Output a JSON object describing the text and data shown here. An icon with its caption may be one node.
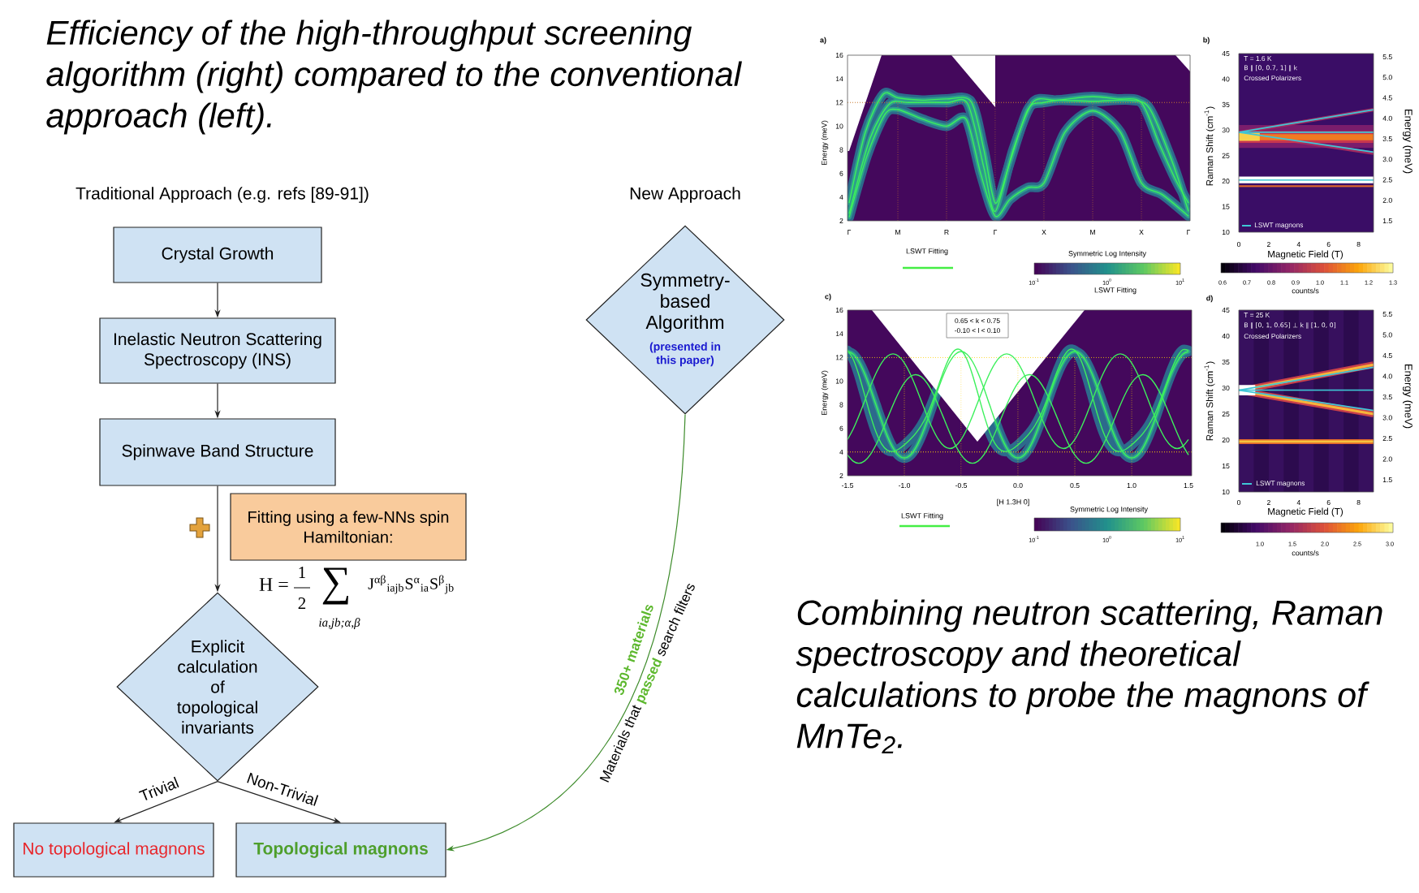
{
  "diagram": {
    "title": "Efficiency of the high-throughput screening algorithm (right) compared to the conventional approach (left).",
    "caption": "Combining neutron scattering, Raman spectroscopy and theoretical calculations to probe the magnons of MnTe$_{2}$.",
    "nodes": [
      {
        "text": [
          "Crystal Growth"
        ]
      },
      {
        "text": [
          "Inelastic Neutron Scattering Spectroscopy (INS)"
        ]
      },
      {
        "text": [
          "Spinwave Band Structure"
        ]
      },
      {
        "text": [
          "Fitting using a few-NNs spin Hamiltonian:"
        ]
      },
      {
        "text": [
          "Explicit calculation of topological invariants"
        ]
      },
      {
        "text": [
          "No topological magnons"
        ]
      },
      {
        "text": [
          "Topological magnons"
        ]
      },
      {
        "text": [
          "Symmetry-based Algorithm",
          "(presented in this paper)"
        ]
      }
    ],
    "edges": [
      {
        "from": 0,
        "to": 1,
        "arrow": "to"
      },
      {
        "from": 1,
        "to": 2,
        "arrow": "to"
      },
      {
        "from": 2,
        "to": 4,
        "arrow": "to"
      },
      {
        "from": 4,
        "to": 5,
        "arrow": "to",
        "label": "Trivial"
      },
      {
        "from": 4,
        "to": 6,
        "arrow": "to",
        "label": "Non-Trivial"
      },
      {
        "from": 7,
        "to": 6,
        "arrow": "to",
        "label": "Materials that **passed** search filters",
        "color": "#3d8b2a"
      }
    ],
    "labels": [
      "Traditional Approach (e.g. refs [89-91])",
      "New Approach",
      "H =",
      "1",
      "2",
      "∑",
      "ia,jb;α,β",
      "J$^{αβ}$$_{iajb}$S$^{α}$$_{ia}$S$^{β}$$_{jb}$",
      "a)",
      "16",
      "14",
      "12",
      "10",
      "8",
      "6",
      "4",
      "2",
      "Energy (meV)",
      "Γ",
      "M",
      "R",
      "Γ",
      "X",
      "M",
      "X",
      "Γ",
      "LSWT Fitting",
      "Symmetric Log Intensity",
      "10$^{-1}$",
      "10$^{0}$",
      "10$^{1}$",
      "LSWT Fitting",
      "b)",
      "T = 1.6 K",
      "B ∥ [0, 0.7, 1] ∥ k",
      "Crossed Polarizers",
      "45",
      "40",
      "35",
      "30",
      "25",
      "20",
      "15",
      "10",
      "Raman Shift (cm$^{-1}$)",
      "5.5",
      "5.0",
      "4.5",
      "4.0",
      "3.5",
      "3.0",
      "2.5",
      "2.0",
      "1.5",
      "Energy (meV)",
      "LSWT magnons",
      "0",
      "2",
      "4",
      "6",
      "8",
      "Magnetic Field (T)",
      "0.6",
      "0.7",
      "0.8",
      "0.9",
      "1.0",
      "1.1",
      "1.2",
      "1.3",
      "counts/s",
      "c)",
      "0.65 < k < 0.75",
      "-0.10 < l < 0.10",
      "16",
      "14",
      "12",
      "10",
      "8",
      "6",
      "4",
      "2",
      "Energy (meV)",
      "-1.5",
      "-1.0",
      "-0.5",
      "0.0",
      "0.5",
      "1.0",
      "1.5",
      "[H 1.3H 0]",
      "LSWT Fitting",
      "Symmetric Log Intensity",
      "10$^{-1}$",
      "10$^{0}$",
      "10$^{1}$",
      "d)",
      "T = 25 K",
      "B ∥ [0, 1, 0.65] ⊥ k ∥ [1, 0, 0]",
      "Crossed Polarizers",
      "45",
      "40",
      "35",
      "30",
      "25",
      "20",
      "15",
      "10",
      "Raman Shift (cm$^{-1}$)",
      "5.5",
      "5.0",
      "4.5",
      "4.0",
      "3.5",
      "3.0",
      "2.5",
      "2.0",
      "1.5",
      "Energy (meV)",
      "LSWT magnons",
      "0",
      "2",
      "4",
      "6",
      "8",
      "Magnetic Field (T)",
      "1.0",
      "1.5",
      "2.0",
      "2.5",
      "3.0",
      "counts/s",
      "350+ materials"
    ]
  }
}
